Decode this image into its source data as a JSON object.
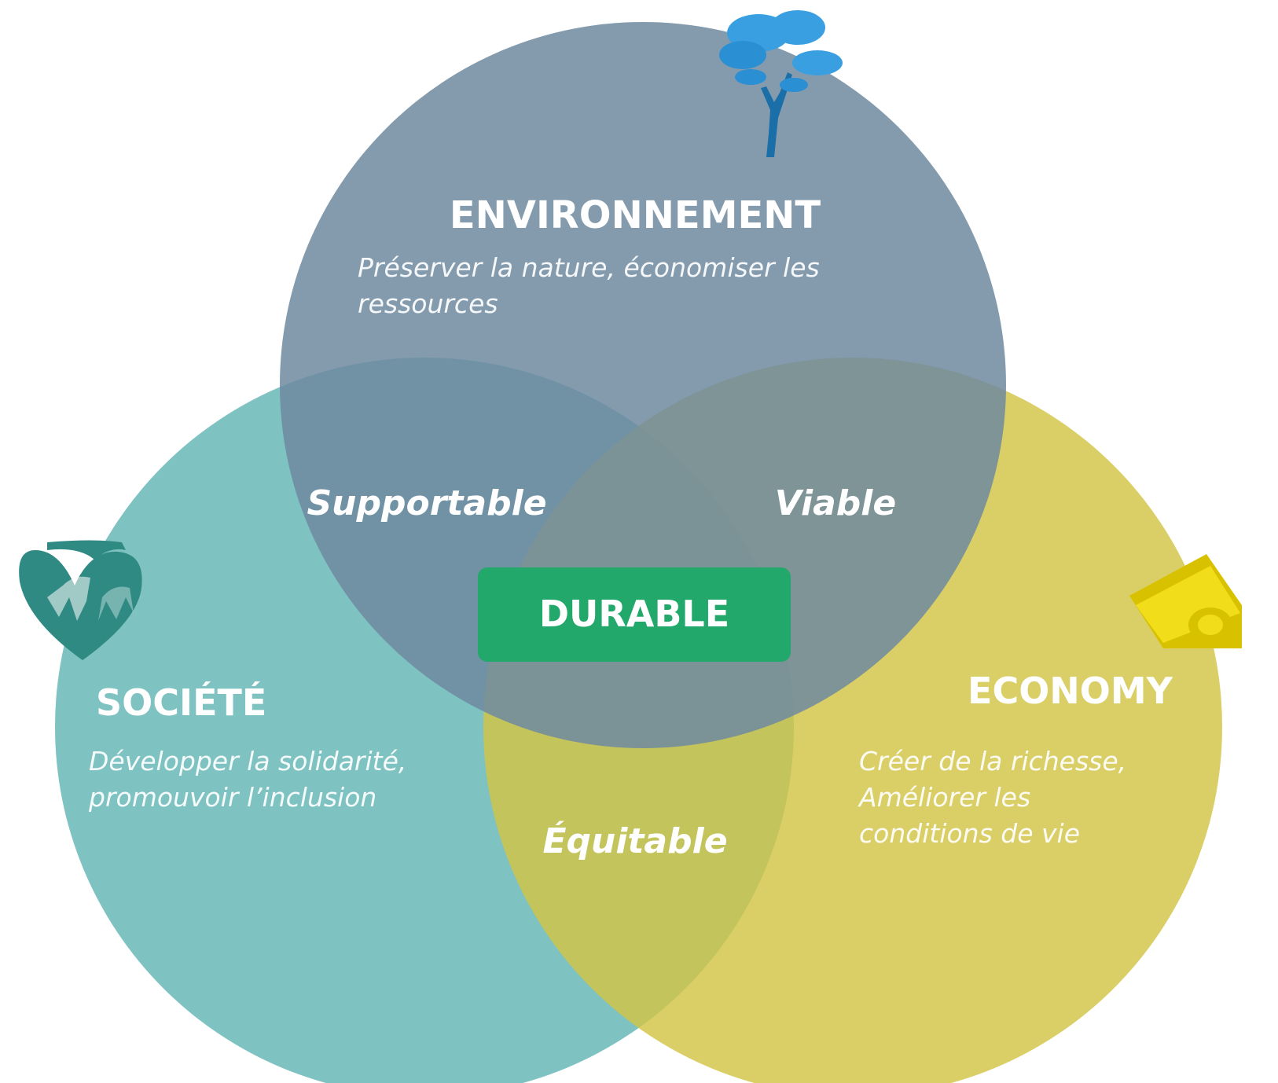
{
  "circles": {
    "environment": {
      "title": "ENVIRONNEMENT",
      "desc_line1": "Préserver la nature, économiser les",
      "desc_line2": "ressources",
      "color": "#6f8aa0",
      "icon": "tree-icon"
    },
    "society": {
      "title": "SOCIÉTÉ",
      "desc_line1": "Développer la solidarité,",
      "desc_line2": "promouvoir l’inclusion",
      "color": "#63b5b5",
      "icon": "hands-heart-icon"
    },
    "economy": {
      "title": "ECONOMY",
      "desc_line1": "Créer de la richesse,",
      "desc_line2": "Améliorer les",
      "desc_line3": "conditions de vie",
      "color": "#d2c545",
      "icon": "money-icon"
    }
  },
  "overlaps": {
    "environment_society": "Supportable",
    "environment_economy": "Viable",
    "society_economy": "Équitable"
  },
  "center": {
    "label": "DURABLE",
    "color": "#22a86a"
  }
}
